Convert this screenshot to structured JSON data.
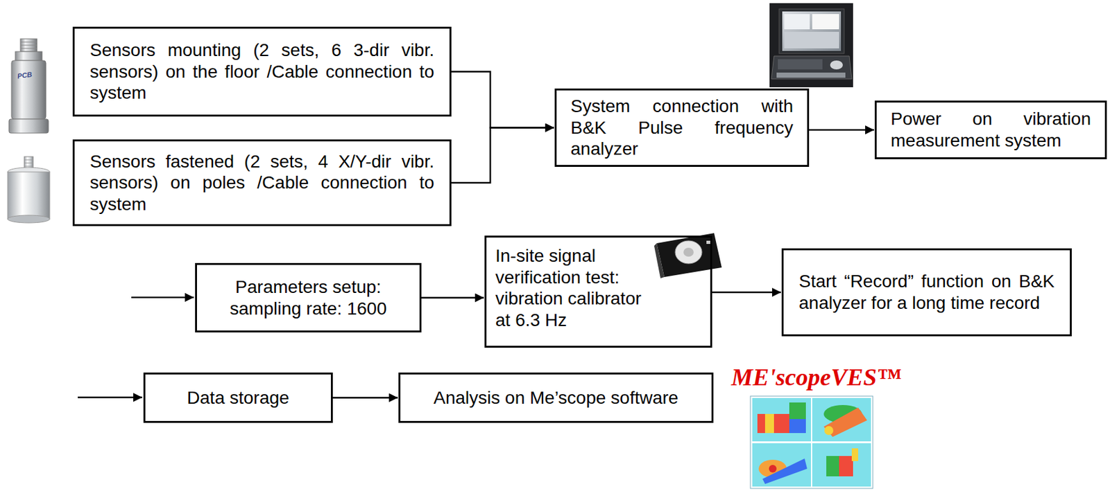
{
  "diagram": {
    "nodes": [
      {
        "text": [
          "Sensors mounting (2 sets, 6 3-dir vibr. sensors) on the floor /Cable connection to system"
        ]
      },
      {
        "text": [
          "Sensors fastened (2 sets, 4 X/Y-dir vibr. sensors) on poles /Cable connection to system"
        ]
      },
      {
        "text": [
          "System connection with B&K Pulse frequency analyzer"
        ]
      },
      {
        "text": [
          "Power on vibration measurement system"
        ]
      },
      {
        "text": [
          "Parameters setup: sampling rate: 1600"
        ]
      },
      {
        "text": [
          "In-site signal verification test: vibration calibrator at 6.3 Hz"
        ]
      },
      {
        "text": [
          "Start “Record” function on B&K analyzer for a long time record"
        ]
      },
      {
        "text": [
          "Data storage"
        ]
      },
      {
        "text": [
          "Analysis on Me’scope software"
        ]
      }
    ],
    "edges": [
      {
        "from": 0,
        "to": 2,
        "arrow": "to"
      },
      {
        "from": 1,
        "to": 2,
        "arrow": "to"
      },
      {
        "from": 2,
        "to": 3,
        "arrow": "to"
      },
      {
        "from": 4,
        "to": 5,
        "arrow": "to"
      },
      {
        "from": 5,
        "to": 6,
        "arrow": "to"
      },
      {
        "from": 7,
        "to": 8,
        "arrow": "to"
      }
    ],
    "labels": [
      "PCB",
      "ME'scopeVES™"
    ]
  }
}
